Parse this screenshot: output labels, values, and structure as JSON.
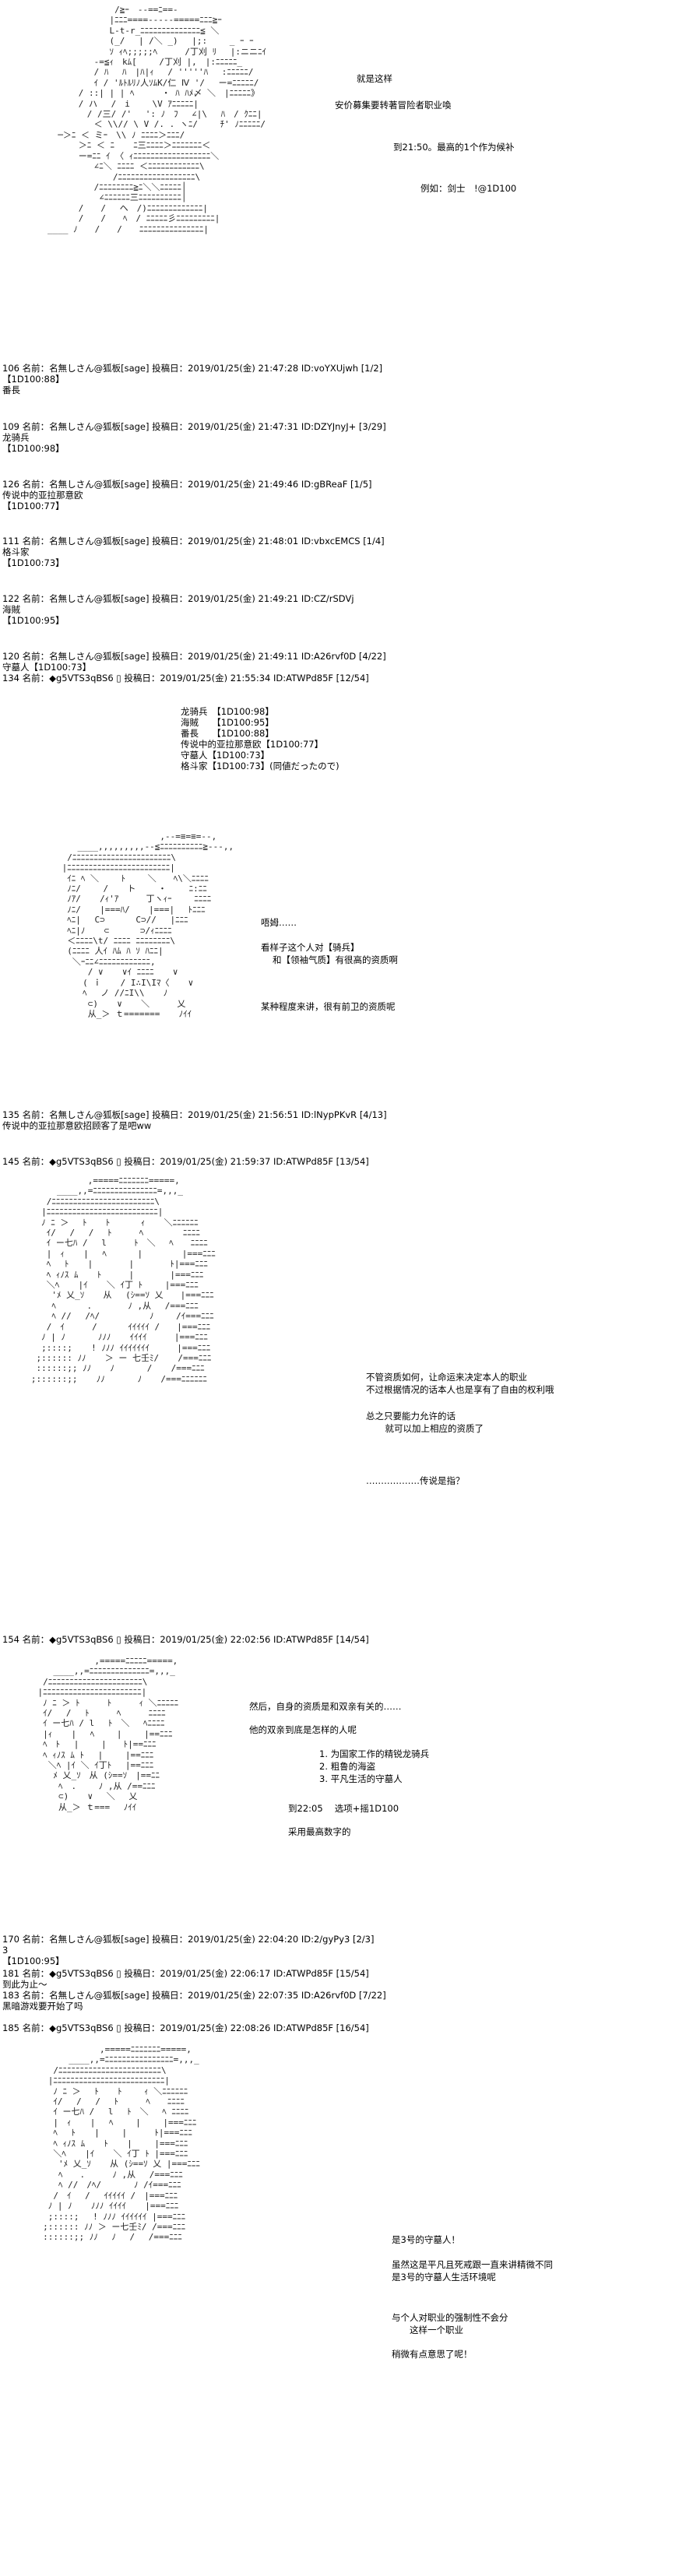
{
  "art": {
    "a1": "                     /≧ｰ　--==ﾆ==-\n                    |ﾆﾆﾆ====-----=====ﾆﾆﾆ≧ｰ\n                    L-t-r_ﾆﾆﾆﾆﾆﾆﾆﾆﾆﾆﾆﾆﾆﾆ≦ ＼\n                    (_/ 　| /＼ _) 　|;: 　　_ ｰ ｰ\n                    ｿ ｨﾍ;;;;;ﾍ 　　 /丁刈 ﾘ 　|:ニニﾆｲ\n                 -=≦ｨ　kﾑ[ 　　/丁刈 |,　|:ﾆﾆﾆﾆﾆ_\n                 / ﾊ 　ﾊ　|ﾊ|ｨ 　/ '''''ﾊ 　:ﾆﾆﾆﾆﾆ/\n                 ｲ / 'ﾙﾄﾙﾘﾉ人ｿﾑK/仁 Ⅳ '/　 ー=ﾆﾆﾆﾆﾆ/\n              / ::| | | ﾍ 　　 ・ ﾊ ﾊﾒ〆 ＼　|ﾆﾆﾆﾆﾆ》\n              / ハ 　/　i　　 \\V ｱﾆﾆﾆﾆﾆ|\n              　/ /三/ /'　 ': ﾉ　ﾌ 　∠|\\ 　ﾊ　/ ｸﾆﾆ|\n                 ＜ \\\\// \\ V /. . ヽﾆ/ 　　ﾁ' ﾉﾆﾆﾆﾆﾆ/\n          ─＞ﾆ ＜ ミｰ　\\\\ ﾉ ﾆﾆﾆﾆ＞ﾆﾆﾆ/\n              ＞ﾆ ＜ ﾆ 　 ﾆ三ﾆﾆﾆﾆ＞ﾆﾆﾆﾆﾆﾆﾆ＜\n              ー=ﾆﾆ ｲ 〈 ｨﾆﾆﾆﾆﾆﾆﾆﾆﾆﾆﾆﾆﾆﾆﾆﾆﾆﾆ＼\n                 ∠ﾆ＼ ﾆﾆﾆﾆ ＜ﾆﾆﾆﾆﾆﾆﾆﾆﾆﾆﾆﾆ\\\n                  　 /ﾆﾆﾆﾆﾆﾆﾆﾆﾆﾆﾆﾆﾆﾆﾆﾆﾆﾆ\\\n                 /ﾆﾆﾆﾆﾆﾆﾆﾆ≧ﾆ＼＼ﾆﾆﾆﾆﾆ│\n                  ∠ﾆﾆﾆﾆﾆﾆ三ﾆﾆﾆﾆﾆﾆﾆﾆﾆﾆ│\n              /　　/　 ヘ　/)ﾆﾆﾆﾆﾆﾆﾆﾆﾆﾆﾆﾆﾆ|\n              /　　/　　ﾍ　/ ﾆﾆﾆﾆﾆ彡ﾆﾆﾆﾆﾆﾆﾆﾆﾆ|\n        ____ ﾉ　　/　　/　　ﾆﾆﾆﾆﾆﾆﾆﾆﾆﾆﾆﾆﾆﾆﾆ|",
    "a2": "                            ,--=≡=≡=--,\n            ____,,,,,,,,,--≦ﾆﾆﾆﾆﾆﾆﾆﾆﾆﾆ≧---,,\n          /ﾆﾆﾆﾆﾆﾆﾆﾆﾆﾆﾆﾆﾆﾆﾆﾆﾆﾆﾆﾆﾆﾆﾆ\\\n         |ﾆﾆﾆﾆﾆﾆﾆﾆﾆﾆﾆﾆﾆﾆﾆﾆﾆﾆﾆﾆﾆﾆﾆﾆ|\n          ｲﾆ ﾍ ＼ 　　ﾄ 　　＼　　ﾍ\\＼ﾆﾆﾆﾆ\n          ﾉﾆ/ 　　/ 　 ト　 　・ 　　ﾆ:ﾆﾆ\n          ﾉｱ/ 　 /ｨ'ｱ 　 　丁ヽｨｰ 　　ﾆﾆﾆﾆ\n          ﾉﾆ/ 　 |===ﾊ/ 　 |===| 　ﾄﾆﾆﾆ\n          ﾍﾆ|　 C⊃ 　　　C⊃// 　|ﾆﾆﾆ\n          ﾍﾆ|ﾉ 　 ⊂ 　　　⊃/ｨﾆﾆﾆﾆ\n          ＜ﾆﾆﾆﾆ\\t/ ﾆﾆﾆﾆ ﾆﾆﾆﾆﾆﾆﾆﾆ\\\n          (ﾆﾆﾆﾆ 人ｲ ﾊﾑ ﾊ ｿ ﾊﾆﾆ|\n           ＼ｰﾆﾆ∠ﾆﾆﾆﾆﾆﾆﾆﾆﾆﾆﾆﾆ,\n              / ∨ 　 ∨ｲ ﾆﾆﾆﾆ 　 ∨\n             ( ｉ 　 / I∴I\\Iﾏ〈 　 ∨\n             ﾍ　 ノ //ﾆI\\\\ 　 ﾉ\n              ⊂) 　 ∨ 　 ＼ 　　 乂\n              从_＞ ｔ======= 　 ﾉｲｲ",
    "a3": "              ,=====ﾆﾆﾆﾆﾆﾆﾆ=====,\n        ____,,=ﾆﾆﾆﾆﾆﾆﾆﾆﾆﾆﾆﾆﾆﾆﾆ=,,,_\n      /ﾆﾆﾆﾆﾆﾆﾆﾆﾆﾆﾆﾆﾆﾆﾆﾆﾆﾆﾆﾆﾆﾆﾆﾆ\\\n     |ﾆﾆﾆﾆﾆﾆﾆﾆﾆﾆﾆﾆﾆﾆﾆﾆﾆﾆﾆﾆﾆﾆﾆﾆﾆﾆ|\n     ﾉ ﾆ ＞ 　ﾄ 　 ﾄ 　　　ｨ 　 ＼ﾆﾆﾆﾆﾆﾆ\n      ｲ/ 　/ 　/ 　ﾄ 　　 ﾍ　　　 　ﾆﾆﾆﾆ\n      ｲ ー七ﾊ / 　l　 　 ﾄ　＼　 ﾍ　　ﾆﾆﾆﾆ\n      |　ｨ 　 |　 ﾍ　 　　|　　　 　|===ﾆﾆﾆ\n      ﾍ　 ﾄ 　 |　　 　 |　　 　 ﾄ|===ﾆﾆﾆ\n      ﾍ ｨﾉｽ ﾑ 　 ﾄ 　　 |　 　 　|===ﾆﾆﾆ\n      ＼ﾍ 　 |ｲ 　 ＼ ｲ丁 ﾄ 　　|===ﾆﾆﾆ\n       'ﾒ 乂_ｿ 　 从 　(ｼ==ｿ 乂　　|===ﾆﾆﾆ\n       ﾍ　　　 .　 　 　ﾉ ,从　 /===ﾆﾆﾆ\n       ﾍ //　 /ﾍ/　 　　 　 ﾉ 　　/ｲ===ﾆﾆﾆ\n      /　ｲ　 　 /　　　 ｲｲｲｲｲ /　　|===ﾆﾆﾆ\n     ﾉ | ﾉ 　 　 ﾉﾉﾉ 　 ｲｲｲｲ 　 　|===ﾆﾆﾆ\n     ;::::; 　 ! ﾉﾉﾉ ｲｲｲｲｲｲｲ 　 　|===ﾆﾆﾆ\n    ;:::::: ﾉﾉ 　 ＞ ー 七壬ﾐ/ 　 /===ﾆﾆﾆ\n    ::::::;; ﾉﾉ 　 ﾉ 　 　 / 　 /===ﾆﾆﾆ\n   ;::::::;; 　 ﾉﾉ 　 　 ﾉ 　 /===ﾆﾆﾆﾆﾆﾆ",
    "a4": "               ,=====ﾆﾆﾆﾆﾆ=====,\n       ____,,=ﾆﾆﾆﾆﾆﾆﾆﾆﾆﾆﾆﾆﾆﾆ=,,,_\n     /ﾆﾆﾆﾆﾆﾆﾆﾆﾆﾆﾆﾆﾆﾆﾆﾆﾆﾆﾆﾆﾆﾆ\\\n    |ﾆﾆﾆﾆﾆﾆﾆﾆﾆﾆﾆﾆﾆﾆﾆﾆﾆﾆﾆﾆﾆﾆﾆ|\n     ﾉ ﾆ ＞ ﾄ 　　 ﾄ 　　 ｨ ＼ﾆﾆﾆﾆﾆ\n     ｲ/ 　/ 　ﾄ 　　 ﾍ　 　 ﾆﾆﾆﾆ\n     ｲ ー七ﾊ / l　 ﾄ　＼ 　ﾍﾆﾆﾆﾆ\n     |ｨ 　 |　 ﾍ　 　|　 　|==ﾆﾆﾆ\n     ﾍ　ﾄ 　|　 　|　　ﾄ|==ﾆﾆﾆ\n     ﾍ ｨﾉｽ ﾑ ﾄ　 |　 　|==ﾆﾆﾆ\n      ＼ﾍ |ｲ ＼ ｲ丁ﾄ 　|==ﾆﾆﾆ\n       ﾒ 乂_ｿ　从 (ｼ==ｿ　|==ﾆﾆ\n        ﾍ　.　 　ﾉ ,从 /==ﾆﾆﾆ\n        ⊂) 　 ∨ 　＼ 　乂\n        从_＞ ｔ=== 　ﾉｲｲ",
    "a5": "                ,=====ﾆﾆﾆﾆﾆﾆﾆ=====,\n          ____,,=ﾆﾆﾆﾆﾆﾆﾆﾆﾆﾆﾆﾆﾆﾆﾆﾆ=,,,_\n       /ﾆﾆﾆﾆﾆﾆﾆﾆﾆﾆﾆﾆﾆﾆﾆﾆﾆﾆﾆﾆﾆﾆﾆﾆ\\\n      |ﾆﾆﾆﾆﾆﾆﾆﾆﾆﾆﾆﾆﾆﾆﾆﾆﾆﾆﾆﾆﾆﾆﾆﾆﾆﾆ|\n       ﾉ ﾆ ＞ 　ﾄ 　 ﾄ 　　ｨ ＼ﾆﾆﾆﾆﾆﾆ\n       ｲ/ 　/ 　/ 　ﾄ 　　 ﾍ　　ﾆﾆﾆﾆ\n       ｲ ー七ﾊ / 　l　 ﾄ　＼　 ﾍ ﾆﾆﾆﾆ\n       |　ｨ 　 |　 ﾍ　 　|　　 |===ﾆﾆﾆ\n       ﾍ　 ﾄ 　 |　　 |　 　 ﾄ|===ﾆﾆﾆ\n       ﾍ ｨﾉｽ ﾑ 　 ﾄ 　 |　 　|===ﾆﾆﾆ\n       ＼ﾍ 　 |ｲ 　 ＼ ｲ丁 ﾄ |===ﾆﾆﾆ\n        'ﾒ 乂_ｿ 　 从 (ｼ==ｿ 乂 |===ﾆﾆﾆ\n        ﾍ　　. 　 　ﾉ ,从 　/===ﾆﾆﾆ\n        ﾍ //　/ﾍ/ 　 　 ﾉ /ｲ===ﾆﾆﾆ\n       /　ｲ　 /　 ｲｲｲｲｲ /　|===ﾆﾆﾆ\n      ﾉ | ﾉ 　 ﾉﾉﾉ ｲｲｲｲ 　 |===ﾆﾆﾆ\n      ;::::; 　! ﾉﾉﾉ ｲｲｲｲｲｲ |===ﾆﾆﾆ\n     ;:::::: ﾉﾉ ＞ ー七壬ﾐ/ /===ﾆﾆﾆ\n     ::::::;; ﾉﾉ 　ﾉ 　/ 　/===ﾆﾆﾆ"
  },
  "block1": {
    "t1": "就是这样",
    "t2": "安价募集要转著冒险者职业喚",
    "t3": "到21:50。最高的1个作为候补",
    "t4": "例如：剑士　!@1D100"
  },
  "posts": [
    {
      "h": "106 名前：名無しさん@狐板[sage] 投稿日：2019/01/25(金) 21:47:28 ID:voYXUjwh [1/2]",
      "b": "【1D100:88】\n番長"
    },
    {
      "h": "109 名前：名無しさん@狐板[sage] 投稿日：2019/01/25(金) 21:47:31 ID:DZYJnyJ+ [3/29]",
      "b": "龙骑兵\n【1D100:98】"
    },
    {
      "h": "126 名前：名無しさん@狐板[sage] 投稿日：2019/01/25(金) 21:49:46 ID:gBReaF [1/5]",
      "b": "传说中的亚拉那意欧\n【1D100:77】"
    },
    {
      "h": "111 名前：名無しさん@狐板[sage] 投稿日：2019/01/25(金) 21:48:01 ID:vbxcEMCS [1/4]",
      "b": "格斗家\n【1D100:73】"
    },
    {
      "h": "122 名前：名無しさん@狐板[sage] 投稿日：2019/01/25(金) 21:49:21 ID:CZ/rSDVj",
      "b": "海賊\n【1D100:95】"
    },
    {
      "h": "120 名前：名無しさん@狐板[sage] 投稿日：2019/01/25(金) 21:49:11 ID:A26rvf0D [4/22]",
      "b": "守墓人【1D100:73】"
    }
  ],
  "p134": {
    "h": "134 名前：◆g5VTS3qBS6 ▯ 投稿日：2019/01/25(金) 21:55:34 ID:ATWPd85F [12/54]",
    "list": "龙骑兵　【1D100:98】\n海賊　　【1D100:95】\n番長　　【1D100:88】\n传说中的亚拉那意欧【1D100:77】\n守墓人【1D100:73】\n格斗家【1D100:73】(同値だったので)",
    "s1": "唔姆……",
    "s2": "看样子这个人对【骑兵】",
    "s3": "和【领袖气质】有很高的资质啊",
    "s4": "某种程度来讲，很有前卫的资质呢"
  },
  "p135": {
    "h": "135 名前：名無しさん@狐板[sage] 投稿日：2019/01/25(金) 21:56:51 ID:lNypPKvR [4/13]",
    "b": "传说中的亚拉那意欧招顾客了是吧ww"
  },
  "p145": {
    "h": "145 名前：◆g5VTS3qBS6 ▯ 投稿日：2019/01/25(金) 21:59:37 ID:ATWPd85F [13/54]",
    "s1": "不管资质如何，让命运来决定本人的职业",
    "s2": "　　　　　　　　　　不过根据情况的话本人也是享有了自由的权利哦",
    "s3": "总之只要能力允许的话",
    "s4": "　　　就可以加上相应的资质了",
    "s5": "………………传说是指？"
  },
  "p154": {
    "h": "154 名前：◆g5VTS3qBS6 ▯ 投稿日：2019/01/25(金) 22:02:56 ID:ATWPd85F [14/54]",
    "s1": "然后，自身的资质是和双亲有关的……",
    "s2": "他的双亲到底是怎样的人呢",
    "s3": "1. 为国家工作的精锐龙骑兵",
    "s4": "2. 粗鲁的海盗",
    "s5": "3. 平凡生活的守墓人",
    "s6": "到22:05　 选项+摇1D100",
    "s7": "采用最高数字的"
  },
  "p170": {
    "h": "170 名前：名無しさん@狐板[sage] 投稿日：2019/01/25(金) 22:04:20 ID:2/gyPy3 [2/3]",
    "b": "3\n【1D100:95】"
  },
  "p181": {
    "h": "181 名前：◆g5VTS3qBS6 ▯ 投稿日：2019/01/25(金) 22:06:17 ID:ATWPd85F [15/54]",
    "b": "到此为止～"
  },
  "p183": {
    "h": "183 名前：名無しさん@狐板[sage] 投稿日：2019/01/25(金) 22:07:35 ID:A26rvf0D [7/22]",
    "b": "黑暗游戏要开始了吗"
  },
  "p185": {
    "h": "185 名前：◆g5VTS3qBS6 ▯ 投稿日：2019/01/25(金) 22:08:26 ID:ATWPd85F [16/54]",
    "s1": "是3号的守墓人！",
    "s2": "虽然这是平凡且死戒跟一直来讲精微不同",
    "s3": "是3号的守墓人生活环境呢",
    "s4": "与个人对职业的强制性不会分",
    "s5": "　　这样一个职业",
    "s6": "稍微有点意思了呢！"
  }
}
